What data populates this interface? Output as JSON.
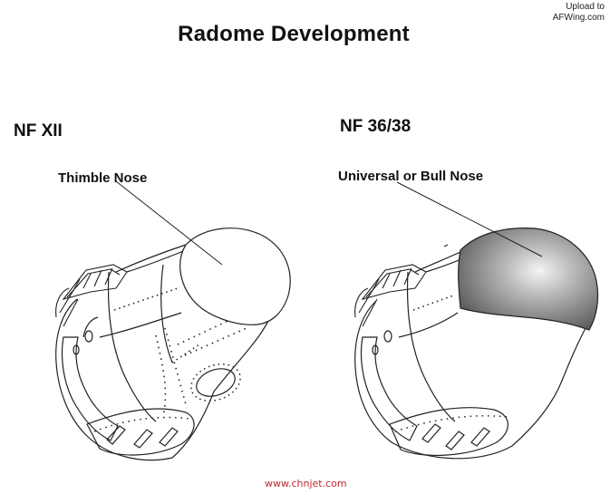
{
  "title": "Radome Development",
  "upload_notice": {
    "line1": "Upload to",
    "line2": "AFWing.com"
  },
  "variants": [
    {
      "designation": "NF XII",
      "nose_label": "Thimble Nose"
    },
    {
      "designation": "NF 36/38",
      "nose_label": "Universal or Bull Nose"
    }
  ],
  "watermark": "www.chnjet.com",
  "colors": {
    "line": "#222222",
    "radome_shade_dark": "#6a6a6a",
    "radome_shade_light": "#f2f2f2",
    "watermark": "#c0282d"
  }
}
